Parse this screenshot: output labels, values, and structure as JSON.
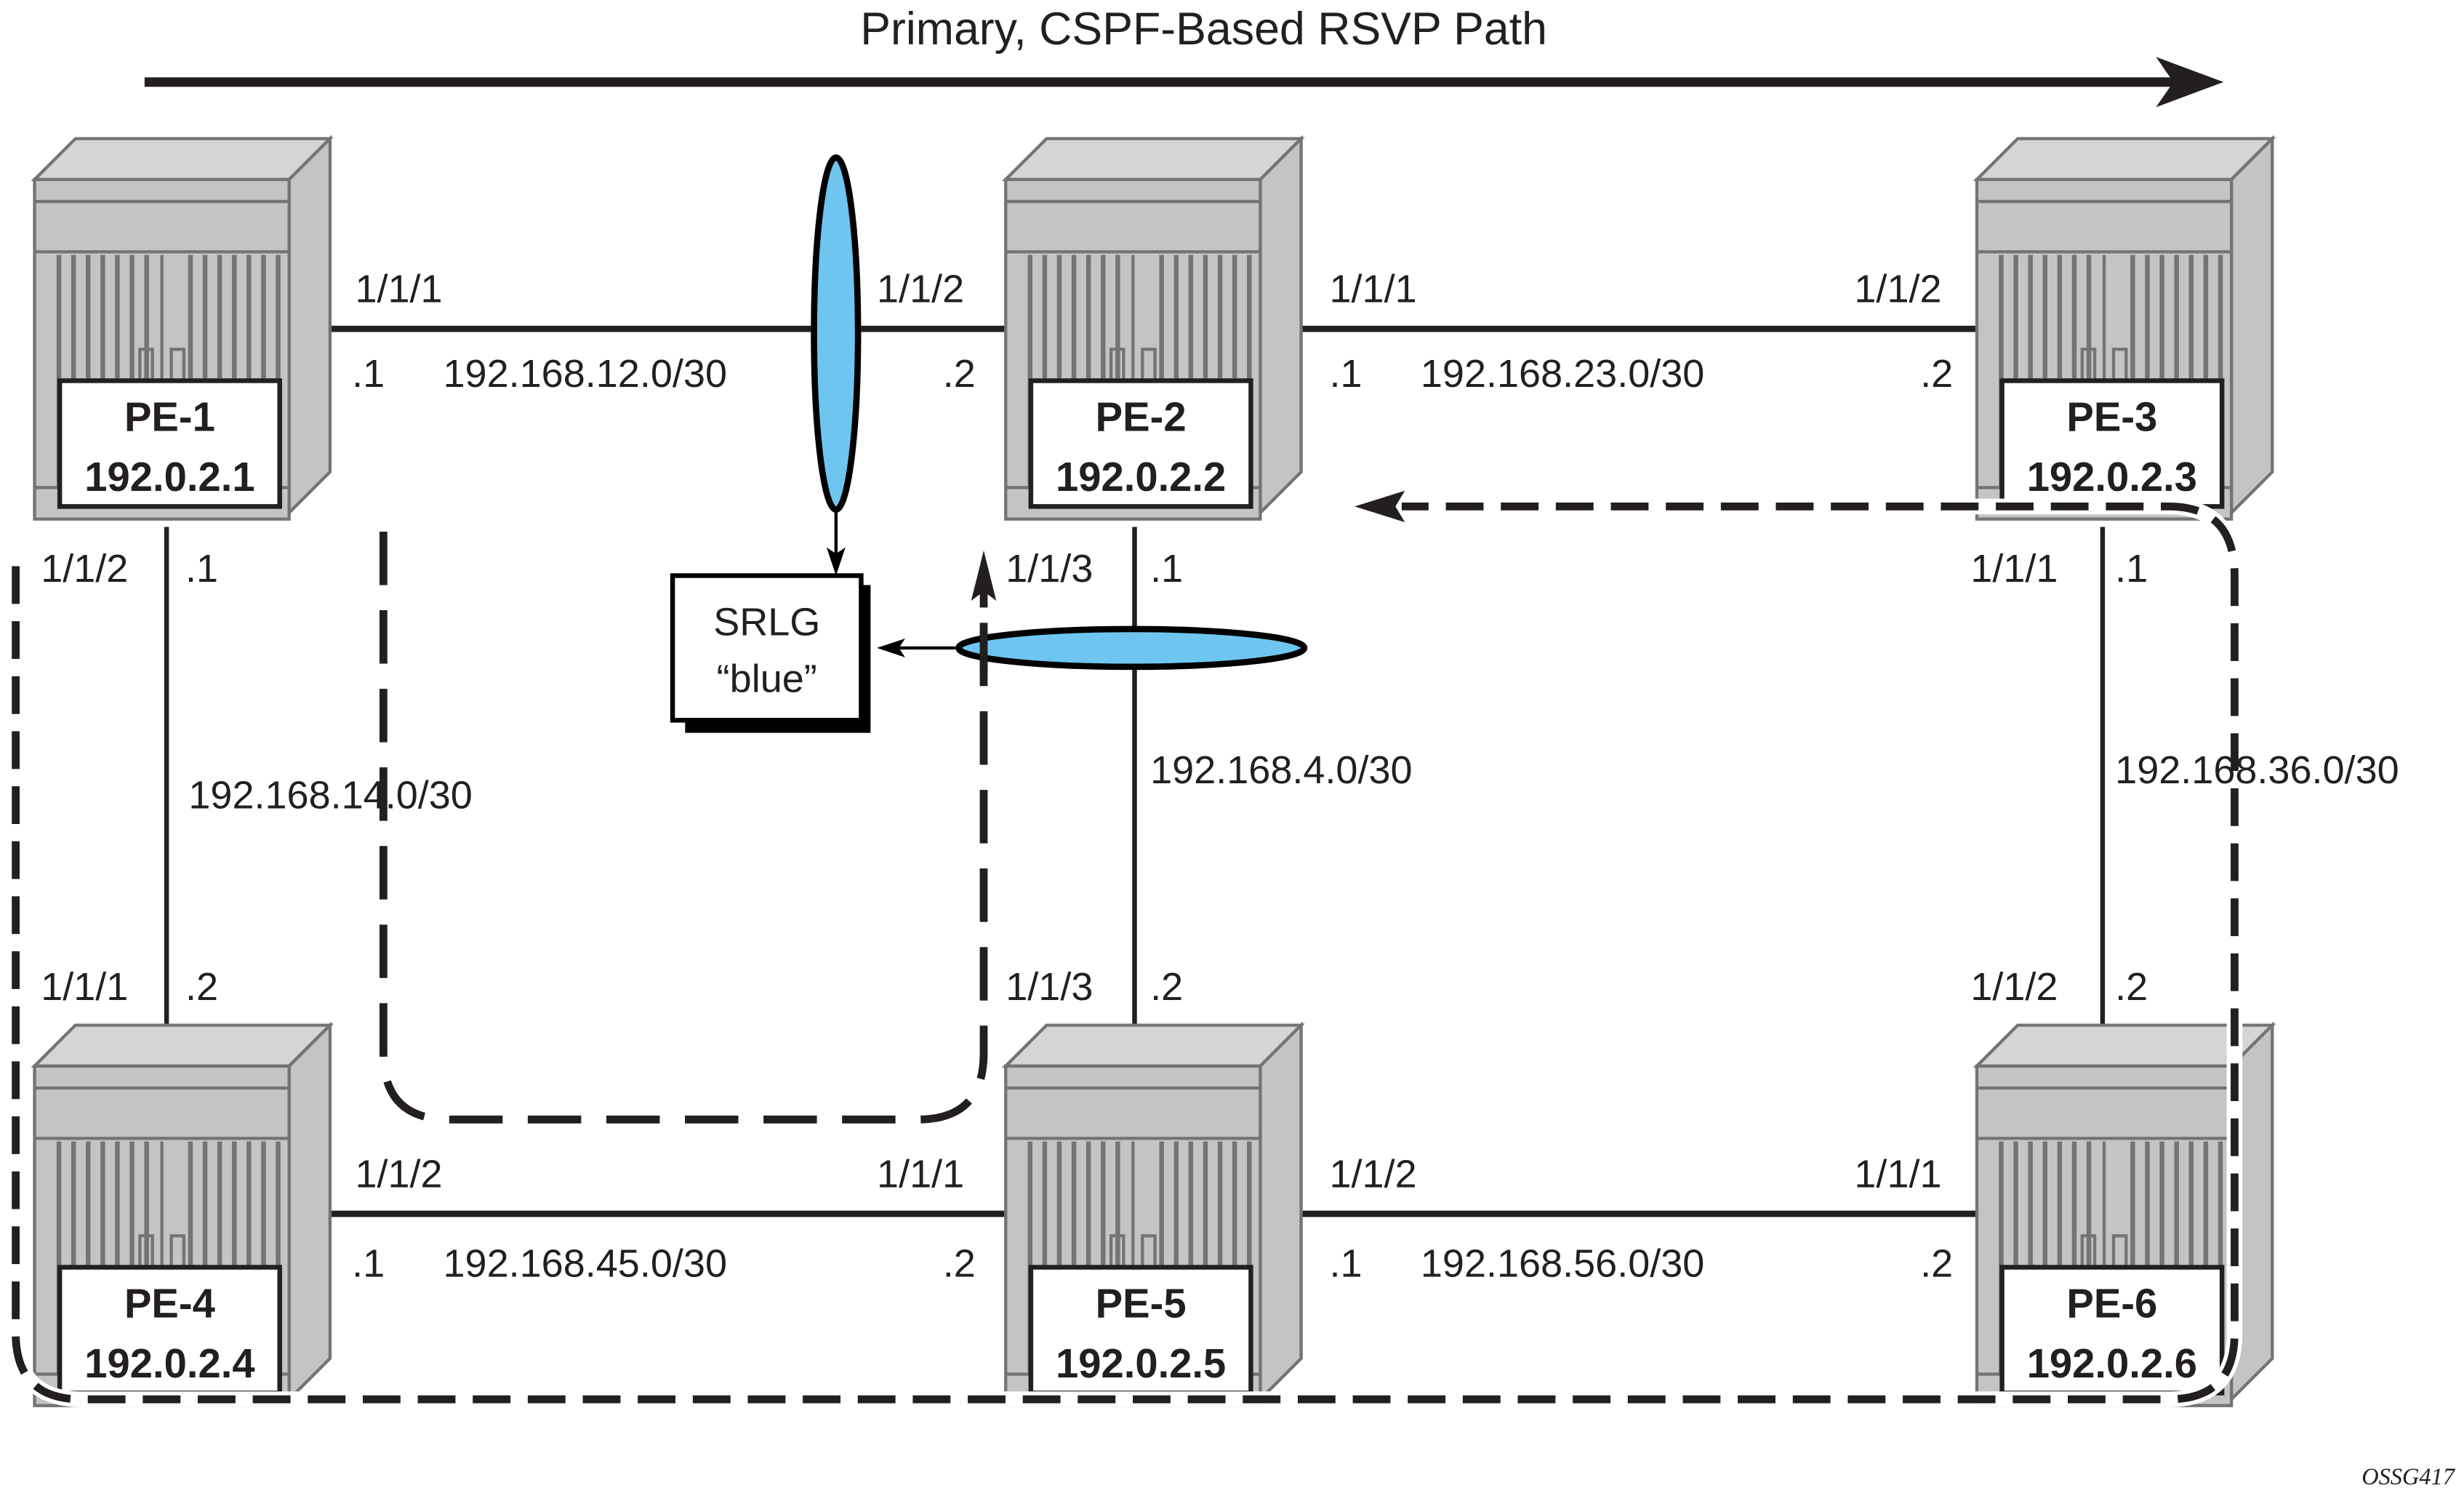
{
  "title": "Primary, CSPF-Based RSVP Path",
  "figure_id": "OSSG417",
  "colors": {
    "srlg_fill": "#6EC6F0",
    "line": "#231f20",
    "chassis_light": "#c3c4c6",
    "chassis_top": "#d4d5d7",
    "chassis_dark": "#737476"
  },
  "routers": [
    {
      "id": "PE-1",
      "name": "PE-1",
      "ip": "192.0.2.1"
    },
    {
      "id": "PE-2",
      "name": "PE-2",
      "ip": "192.0.2.2"
    },
    {
      "id": "PE-3",
      "name": "PE-3",
      "ip": "192.0.2.3"
    },
    {
      "id": "PE-4",
      "name": "PE-4",
      "ip": "192.0.2.4"
    },
    {
      "id": "PE-5",
      "name": "PE-5",
      "ip": "192.0.2.5"
    },
    {
      "id": "PE-6",
      "name": "PE-6",
      "ip": "192.0.2.6"
    }
  ],
  "links": [
    {
      "from": "PE-1",
      "to": "PE-2",
      "subnet": "192.168.12.0/30",
      "a_port": "1/1/1",
      "a_host": ".1",
      "b_port": "1/1/2",
      "b_host": ".2",
      "srlg": "blue"
    },
    {
      "from": "PE-2",
      "to": "PE-3",
      "subnet": "192.168.23.0/30",
      "a_port": "1/1/1",
      "a_host": ".1",
      "b_port": "1/1/2",
      "b_host": ".2"
    },
    {
      "from": "PE-1",
      "to": "PE-4",
      "subnet": "192.168.14.0/30",
      "a_port": "1/1/2",
      "a_host": ".1",
      "b_port": "1/1/1",
      "b_host": ".2"
    },
    {
      "from": "PE-2",
      "to": "PE-5",
      "subnet": "192.168.4.0/30",
      "a_port": "1/1/3",
      "a_host": ".1",
      "b_port": "1/1/3",
      "b_host": ".2",
      "srlg": "blue"
    },
    {
      "from": "PE-3",
      "to": "PE-6",
      "subnet": "192.168.36.0/30",
      "a_port": "1/1/1",
      "a_host": ".1",
      "b_port": "1/1/2",
      "b_host": ".2"
    },
    {
      "from": "PE-4",
      "to": "PE-5",
      "subnet": "192.168.45.0/30",
      "a_port": "1/1/2",
      "a_host": ".1",
      "b_port": "1/1/1",
      "b_host": ".2"
    },
    {
      "from": "PE-5",
      "to": "PE-6",
      "subnet": "192.168.56.0/30",
      "a_port": "1/1/2",
      "a_host": ".1",
      "b_port": "1/1/1",
      "b_host": ".2"
    }
  ],
  "srlg": {
    "line1": "SRLG",
    "line2": "“blue”"
  },
  "paths": {
    "primary": "Primary, CSPF-Based RSVP Path",
    "detour_1": "PE-1 → PE-4 → PE-5 → PE-2 (dashed)",
    "detour_2": "PE-1 → PE-4 → PE-5 → PE-6 → PE-3 → PE-2 (dashed)"
  }
}
